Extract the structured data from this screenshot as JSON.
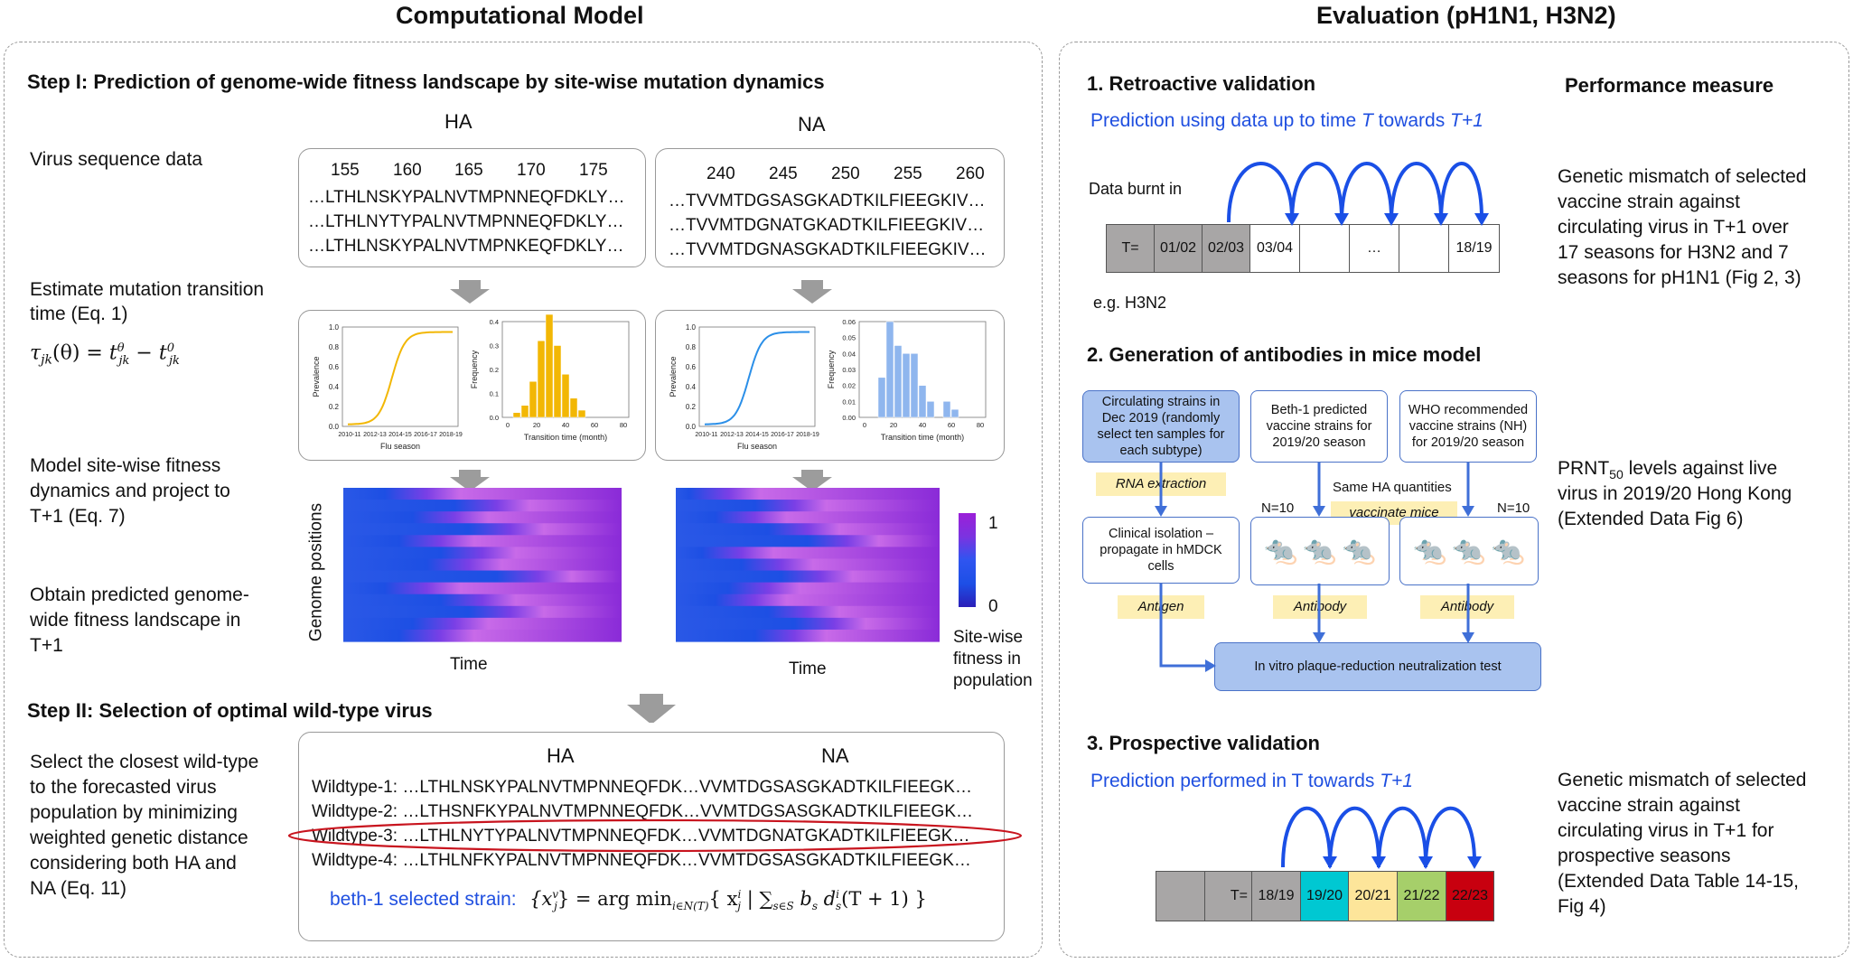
{
  "titles": {
    "left": "Computational Model",
    "right": "Evaluation (pH1N1, H3N2)"
  },
  "step1": {
    "title": "Step I: Prediction of genome-wide fitness landscape by site-wise mutation dynamics",
    "ha_label": "HA",
    "na_label": "NA",
    "virus_seq_label": "Virus sequence data",
    "ha_positions": [
      "155",
      "160",
      "165",
      "170",
      "175"
    ],
    "ha_seqs": [
      "…LTHLNSKYPALNVTMPNNEQFDKLY…",
      "…LTHLNYTYPALNVTMPNNEQFDKLY…",
      "…LTHLNSKYPALNVTMPNKEQFDKLY…"
    ],
    "na_positions": [
      "240",
      "245",
      "250",
      "255",
      "260"
    ],
    "na_seqs": [
      "…TVVMTDGSASGKADTKILFIEEGKIV…",
      "…TVVMTDGNATGKADTKILFIEEGKIV…",
      "…TVVMTDGNASGKADTKILFIEEGKIV…"
    ],
    "estimate_label_1": "Estimate mutation transition",
    "estimate_label_2": "time (Eq. 1)",
    "formula_lhs": "τ",
    "formula_sub": "jk",
    "formula_theta": "(θ) = ",
    "formula_t1": "t",
    "formula_t1_sup": "θ",
    "formula_t1_sub": "jk",
    "formula_minus": " − ",
    "formula_t2": "t",
    "formula_t2_sup": "0",
    "formula_t2_sub": "jk",
    "model_label_1": "Model site-wise fitness",
    "model_label_2": "dynamics and project to",
    "model_label_3": "T+1 (Eq. 7)",
    "obtain_label_1": "Obtain predicted genome-",
    "obtain_label_2": "wide fitness landscape in",
    "obtain_label_3": "T+1",
    "genome_positions": "Genome positions",
    "time_label": "Time",
    "colorbar_max": "1",
    "colorbar_min": "0",
    "sitewise_1": "Site-wise",
    "sitewise_2": "fitness in",
    "sitewise_3": "population"
  },
  "mini_charts": {
    "prevalence": "Prevalence",
    "frequency": "Frequency",
    "flu_season": "Flu season",
    "transition_time": "Transition time (month)",
    "ha_prev_yticks": [
      "1.0",
      "0.8",
      "0.6",
      "0.4",
      "0.2",
      "0.0"
    ],
    "na_prev_yticks": [
      "1.0",
      "0.8",
      "0.6",
      "0.4",
      "0.2",
      "0.0"
    ],
    "ha_freq_yticks": [
      "0.4",
      "0.3",
      "0.2",
      "0.1",
      "0.0"
    ],
    "na_freq_yticks": [
      "0.06",
      "0.05",
      "0.04",
      "0.03",
      "0.02",
      "0.01",
      "0.00"
    ],
    "season_ticks": [
      "2010-11",
      "2012-13",
      "2014-15",
      "2016-17",
      "2018-19"
    ],
    "month_ticks": [
      "0",
      "20",
      "40",
      "60",
      "80"
    ],
    "ha_color": "#f2b705",
    "na_color": "#2b8fe8",
    "na_bar_color": "#8fb6ee",
    "ha_hist": [
      0.02,
      0.05,
      0.15,
      0.32,
      0.43,
      0.3,
      0.18,
      0.08,
      0.03
    ],
    "na_hist": [
      0.0,
      0.025,
      0.06,
      0.045,
      0.04,
      0.04,
      0.02,
      0.01,
      0.0,
      0.01,
      0.005
    ]
  },
  "step2": {
    "title": "Step II: Selection of optimal wild-type virus",
    "select_label_1": "Select the closest wild-type",
    "select_label_2": "to the forecasted virus",
    "select_label_3": "population by minimizing",
    "select_label_4": "weighted genetic distance",
    "select_label_5": "considering both HA and",
    "select_label_6": "NA (Eq. 11)",
    "ha_label": "HA",
    "na_label": "NA",
    "wildtypes": [
      {
        "name": "Wildtype-1:",
        "ha": "…LTHLNSKYPALNVTMPNNEQFDK…",
        "na": "VVMTDGSASGKADTKILFIEEGK…"
      },
      {
        "name": "Wildtype-2:",
        "ha": "…LTHSNFKYPALNVTMPNNEQFDK…",
        "na": "VVMTDGSASGKADTKILFIEEGK…"
      },
      {
        "name": "Wildtype-3:",
        "ha": "…LTHLNYTYPALNVTMPNNEQFDK…",
        "na": "VVMTDGNATGKADTKILFIEEGK…"
      },
      {
        "name": "Wildtype-4:",
        "ha": "…LTHLNFKYPALNVTMPNNEQFDK…",
        "na": "VVMTDGSASGKADTKILFIEEGK…"
      }
    ],
    "beth_label": "beth-1 selected strain:",
    "formula_part1": "{x",
    "formula_part1_sup": "v",
    "formula_part1_sub": "j",
    "formula_part2": "} = arg min",
    "formula_argmin_sub": "i∈N(T)",
    "formula_part3": "{ x",
    "formula_part3_sup": "i",
    "formula_part3_sub": "j",
    "formula_part4": " | ∑",
    "formula_sum_sub": "s∈S",
    "formula_part5": " b",
    "formula_part5_sub": "s",
    "formula_part6": " d",
    "formula_part6_sup": "i",
    "formula_part6_sub": "s",
    "formula_part7": "(T + 1) }"
  },
  "eval": {
    "retro_title": "1. Retroactive validation",
    "retro_sub_1": "Prediction using data up to time ",
    "retro_sub_T": "T",
    "retro_sub_2": " towards ",
    "retro_sub_T1": "T+1",
    "data_burnt": "Data burnt in",
    "timeline": [
      "T=",
      "01/02",
      "02/03",
      "03/04",
      "",
      "…",
      "",
      "18/19"
    ],
    "eg": "e.g. H3N2",
    "perf_title": "Performance measure",
    "perf1_1": "Genetic mismatch of selected",
    "perf1_2": "vaccine strain against",
    "perf1_3": "circulating virus in T+1 over",
    "perf1_4": "17 seasons for H3N2 and 7",
    "perf1_5": "seasons for pH1N1 (Fig 2, 3)",
    "mice_title": "2. Generation of antibodies in mice model",
    "circ_box": "Circulating strains in Dec 2019  (randomly select ten samples for each subtype)",
    "beth_box": "Beth-1 predicted vaccine strains for 2019/20 season",
    "who_box": "WHO recommended vaccine strains (NH) for 2019/20 season",
    "rna_tag": "RNA extraction",
    "clinical_box": "Clinical isolation – propagate in hMDCK cells",
    "same_ha": "Same HA quantities",
    "vaccinate_tag": "vaccinate mice",
    "n10_left": "N=10",
    "n10_right": "N=10",
    "antigen_tag": "Antigen",
    "antibody_tag_1": "Antibody",
    "antibody_tag_2": "Antibody",
    "prnt_box": "In vitro plaque-reduction neutralization test",
    "perf2_1": "PRNT",
    "perf2_sub": "50",
    "perf2_1b": " levels against live",
    "perf2_2": "virus in 2019/20 Hong Kong",
    "perf2_3": "(Extended Data Fig 6)",
    "prosp_title": "3. Prospective validation",
    "prosp_sub_1": "Prediction performed in T towards ",
    "prosp_sub_T1": "T+1",
    "prosp_timeline": [
      "",
      "T=",
      "18/19",
      "19/20",
      "20/21",
      "21/22",
      "22/23"
    ],
    "prosp_colors": [
      "#a8a6a6",
      "#a8a6a6",
      "#a8a6a6",
      "#00c8d2",
      "#fde59a",
      "#a6cf6a",
      "#c8000f"
    ],
    "perf3_1": "Genetic mismatch of selected",
    "perf3_2": "vaccine strain against",
    "perf3_3": "circulating virus in T+1 for",
    "perf3_4": "prospective seasons",
    "perf3_5": "(Extended Data Table 14-15,",
    "perf3_6": "Fig 4)"
  },
  "colors": {
    "arc_blue": "#1a4fe6",
    "gray_fill": "#a8a6a6",
    "panel_blue": "#a9c3ef",
    "heat_blue": "#1f4fd8",
    "heat_purple": "#8a1fd8"
  }
}
